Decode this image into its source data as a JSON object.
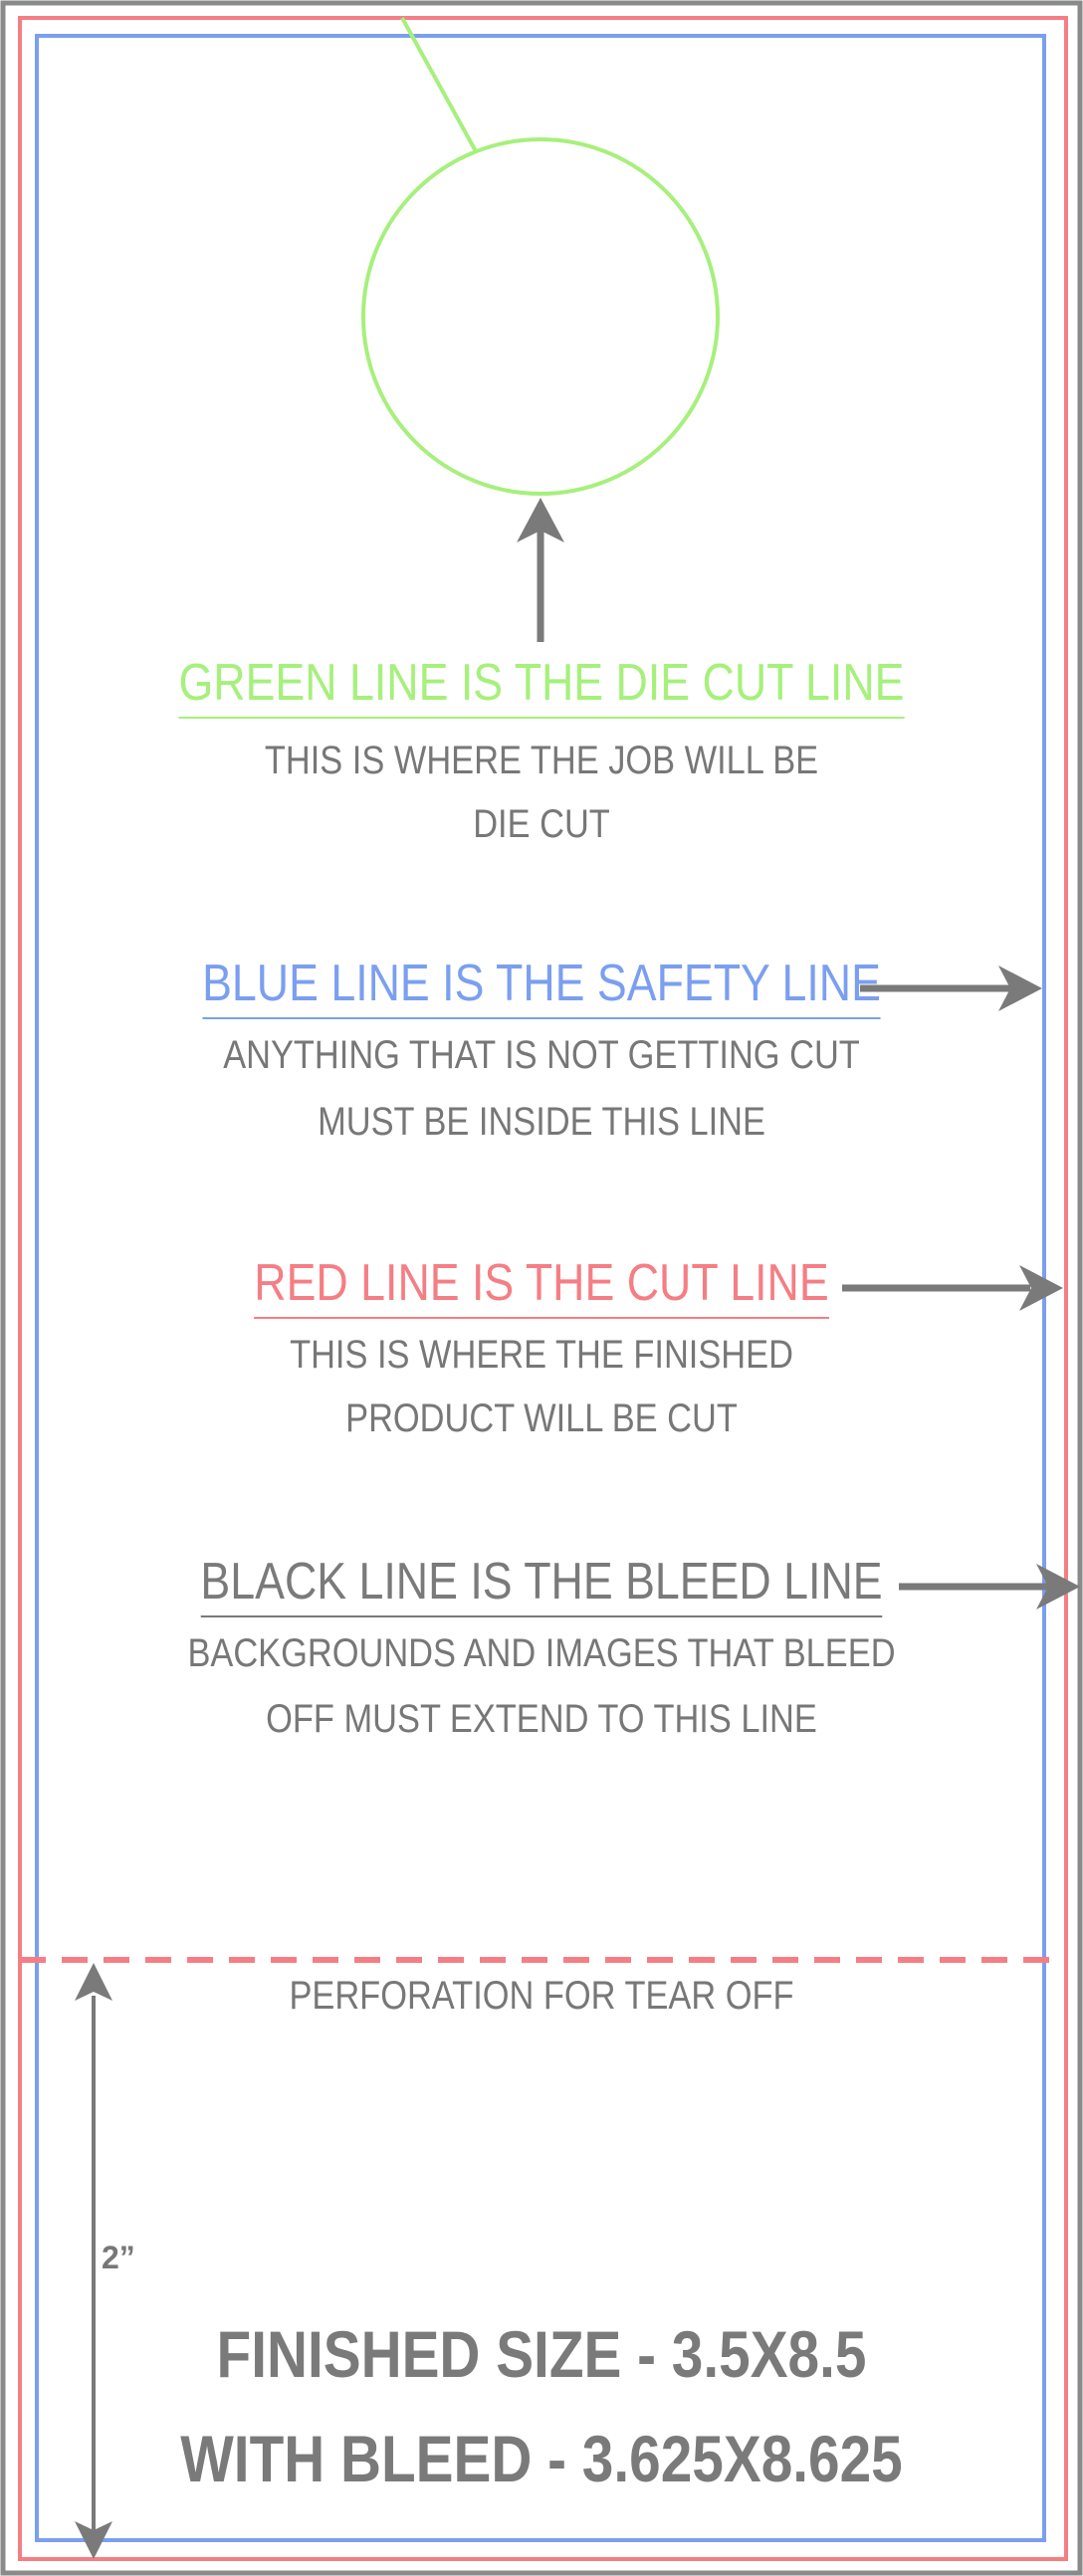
{
  "colors": {
    "die_cut": "#a6f07c",
    "safety": "#7b9ff0",
    "cut": "#f57e84",
    "bleed": "#808080",
    "text": "#777777"
  },
  "die_cut": {
    "heading": "GREEN LINE IS THE DIE CUT LINE",
    "line1": "THIS IS WHERE THE JOB WILL BE",
    "line2": "DIE CUT"
  },
  "safety": {
    "heading": "BLUE LINE IS THE SAFETY LINE",
    "line1": "ANYTHING THAT IS NOT GETTING CUT",
    "line2": "MUST BE INSIDE THIS LINE"
  },
  "cut": {
    "heading": "RED LINE IS THE CUT LINE",
    "line1": "THIS IS WHERE THE FINISHED",
    "line2": "PRODUCT WILL BE CUT"
  },
  "bleed": {
    "heading": "BLACK LINE IS THE BLEED LINE",
    "line1": "BACKGROUNDS AND IMAGES THAT BLEED",
    "line2": "OFF MUST EXTEND TO THIS LINE"
  },
  "perforation": {
    "label": "PERFORATION FOR TEAR OFF"
  },
  "dimension": {
    "label": "2”"
  },
  "size": {
    "finished": "FINISHED SIZE - 3.5X8.5",
    "with_bleed": "WITH BLEED - 3.625X8.625"
  }
}
